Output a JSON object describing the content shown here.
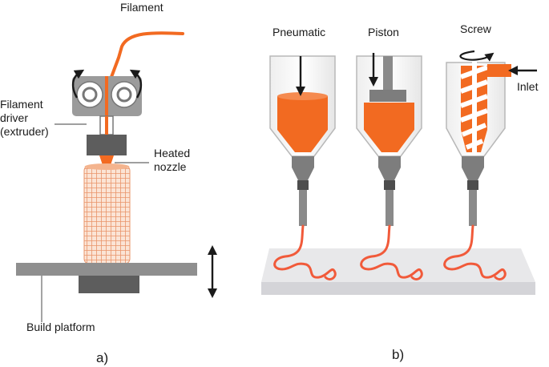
{
  "panel_a": {
    "filament_label": "Filament",
    "driver_label_lines": [
      "Filament",
      "driver",
      "(extruder)"
    ],
    "nozzle_label_lines": [
      "Heated",
      "nozzle"
    ],
    "platform_label": "Build platform",
    "caption": "a)"
  },
  "panel_b": {
    "pneumatic_label": "Pneumatic",
    "piston_label": "Piston",
    "screw_label": "Screw",
    "inlet_label": "Inlet",
    "caption": "b)"
  },
  "colors": {
    "material": "#f26a21",
    "metal": "#8a8a8a",
    "dark": "#595959",
    "printed_part": "#f4b48e",
    "platform": "#d8d8dc"
  }
}
